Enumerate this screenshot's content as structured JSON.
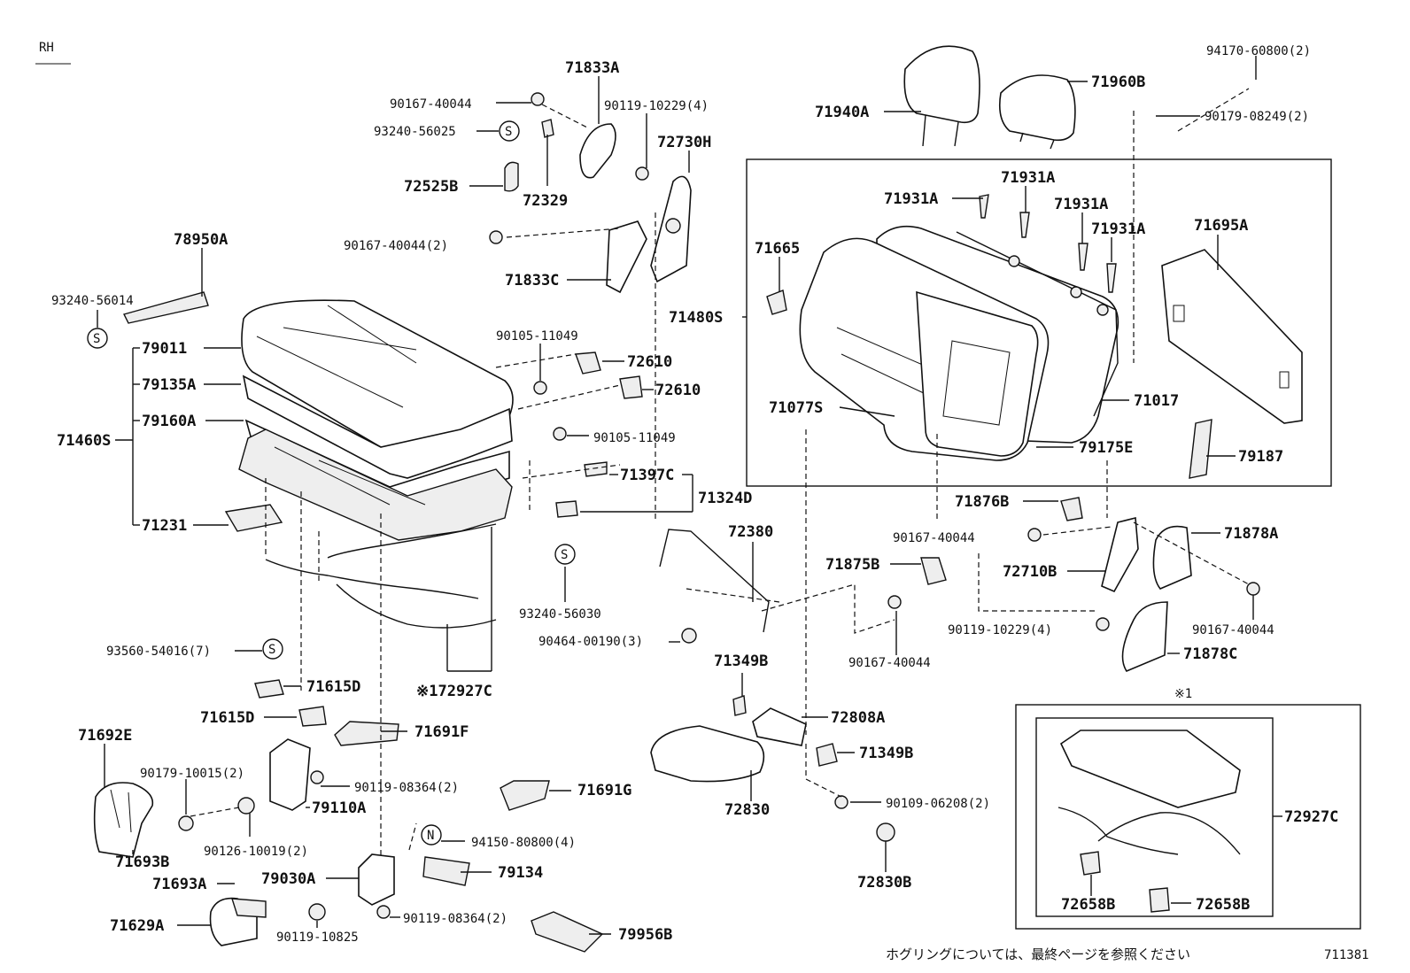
{
  "side_label": "RH",
  "footer_note": "ホグリングについては、最終ページを参照ください",
  "figure_code": "711381",
  "inset_mark": "※1",
  "symbol_s": "S",
  "symbol_n": "N",
  "labels": {
    "p94170": "94170-60800(2)",
    "p90179_08249": "90179-08249(2)",
    "p71960B": "71960B",
    "p71940A": "71940A",
    "p71833A": "71833A",
    "p90167_40044_a": "90167-40044",
    "p90119_10229_a": "90119-10229(4)",
    "p93240_56025": "93240-56025",
    "p72730H": "72730H",
    "p72525B": "72525B",
    "p72329": "72329",
    "p90167_40044_2": "90167-40044(2)",
    "p71833C": "71833C",
    "p78950A": "78950A",
    "p93240_56014": "93240-56014",
    "p79011": "79011",
    "p79135A": "79135A",
    "p79160A": "79160A",
    "p71460S": "71460S",
    "p71231": "71231",
    "p90105_11049_a": "90105-11049",
    "p72610_a": "72610",
    "p72610_b": "72610",
    "p90105_11049_b": "90105-11049",
    "p71397C": "71397C",
    "p71324D": "71324D",
    "p93240_56030": "93240-56030",
    "p72380": "72380",
    "p90464": "90464-00190(3)",
    "p93560": "93560-54016(7)",
    "p172927C": "※172927C",
    "p71615D_a": "71615D",
    "p71615D_b": "71615D",
    "p71691F": "71691F",
    "p71692E": "71692E",
    "p90179_10015": "90179-10015(2)",
    "p90119_08364_a": "90119-08364(2)",
    "p79110A": "79110A",
    "p90126": "90126-10019(2)",
    "p71693B": "71693B",
    "p71691G": "71691G",
    "p94150": "94150-80800(4)",
    "p79030A": "79030A",
    "p79134": "79134",
    "p71693A": "71693A",
    "p71629A": "71629A",
    "p90119_10825": "90119-10825",
    "p90119_08364_b": "90119-08364(2)",
    "p79956B": "79956B",
    "p71931A_a": "71931A",
    "p71931A_b": "71931A",
    "p71931A_c": "71931A",
    "p71931A_d": "71931A",
    "p71665": "71665",
    "p71695A": "71695A",
    "p71480S": "71480S",
    "p71077S": "71077S",
    "p71017": "71017",
    "p79175E": "79175E",
    "p79187": "79187",
    "p71876B": "71876B",
    "p90167_40044_c": "90167-40044",
    "p71878A": "71878A",
    "p71875B": "71875B",
    "p72710B": "72710B",
    "p90167_40044_d": "90167-40044",
    "p90119_10229_b": "90119-10229(4)",
    "p90167_40044_e": "90167-40044",
    "p71878C": "71878C",
    "p71349B_a": "71349B",
    "p72808A": "72808A",
    "p71349B_b": "71349B",
    "p72830": "72830",
    "p90109": "90109-06208(2)",
    "p72830B": "72830B",
    "p72927C": "72927C",
    "p72658B_a": "72658B",
    "p72658B_b": "72658B"
  }
}
